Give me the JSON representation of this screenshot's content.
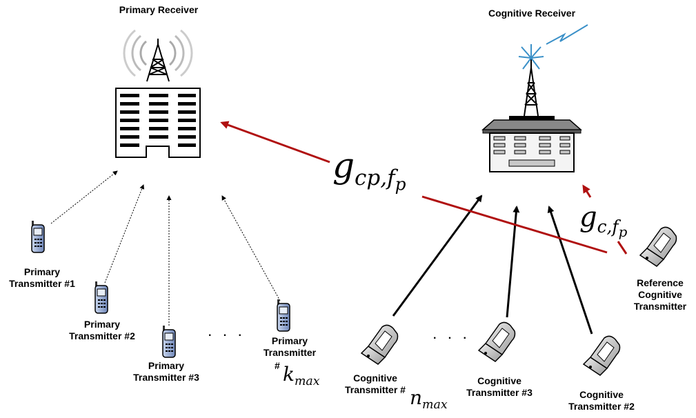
{
  "labels": {
    "primary_receiver": "Primary Receiver",
    "cognitive_receiver": "Cognitive Receiver",
    "pt1_line1": "Primary",
    "pt1_line2": "Transmitter #1",
    "pt2_line1": "Primary",
    "pt2_line2": "Transmitter #2",
    "pt3_line1": "Primary",
    "pt3_line2": "Transmitter #3",
    "ptk_line1": "Primary",
    "ptk_line2": "Transmitter",
    "ptk_hash": "#",
    "ptk_math_base": "k",
    "ptk_math_sub": "max",
    "ct_n_line1": "Cognitive",
    "ct_n_line2": "Transmitter #",
    "ct_n_math_base": "n",
    "ct_n_math_sub": "max",
    "ct3_line1": "Cognitive",
    "ct3_line2": "Transmitter #3",
    "ct2_line1": "Cognitive",
    "ct2_line2": "Transmitter #2",
    "ref_line1": "Reference",
    "ref_line2": "Cognitive",
    "ref_line3": "Transmitter",
    "ellipsis": "· · ·"
  },
  "gains": {
    "cross": {
      "base": "g",
      "sub": "cp,",
      "subsub": "f",
      "subsubsub": "p"
    },
    "ref": {
      "base": "g",
      "sub": "c,",
      "subsub": "f",
      "subsubsub": "p"
    }
  },
  "colors": {
    "cross_link": "#b01010",
    "cognitive_link": "#000000",
    "primary_link": "#000000",
    "phone_body": "#9fb3d6",
    "signal": "#3a90c8",
    "flip_phone": "#cfcfcf"
  }
}
